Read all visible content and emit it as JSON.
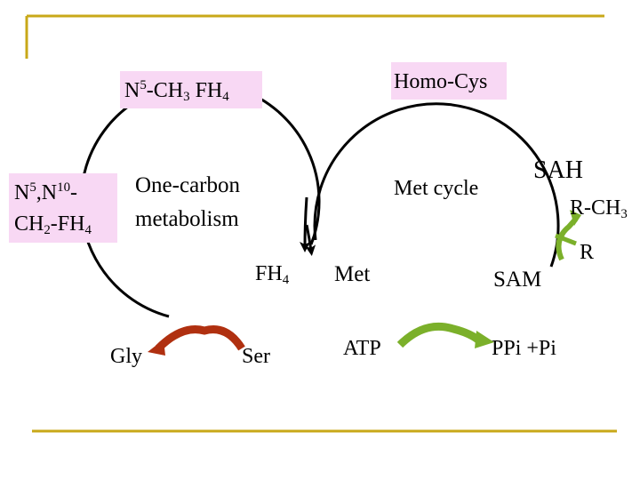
{
  "labels": {
    "n5_ch3": {
      "pre": "N",
      "sup1": "5",
      "mid": "-CH",
      "sub1": "3",
      "post": " FH",
      "sub2": "4"
    },
    "homo_cys": "Homo-Cys",
    "n5n10_line1": {
      "pre": "N",
      "sup1": "5",
      "mid": ",N",
      "sup2": "10",
      "post": "-"
    },
    "n5n10_line2": {
      "pre": "CH",
      "sub1": "2",
      "post": "-FH",
      "sub2": "4"
    },
    "one_carbon_line1": "One-carbon",
    "one_carbon_line2": "metabolism",
    "met_cycle": "Met cycle",
    "sah": "SAH",
    "r_ch3": {
      "pre": "R-CH",
      "sub1": "3"
    },
    "r": "R",
    "fh4": {
      "pre": "FH",
      "sub1": "4"
    },
    "met": "Met",
    "sam": "SAM",
    "gly": "Gly",
    "ser": "Ser",
    "atp": "ATP",
    "ppi_pi": "PPi +Pi"
  },
  "colors": {
    "frame_gold": "#c8a818",
    "label_box_pink": "#f8d8f4",
    "cycle_stroke": "#000000",
    "arrow_red_brown": "#b03010",
    "arrow_green": "#7bb02a",
    "text": "#000000"
  }
}
